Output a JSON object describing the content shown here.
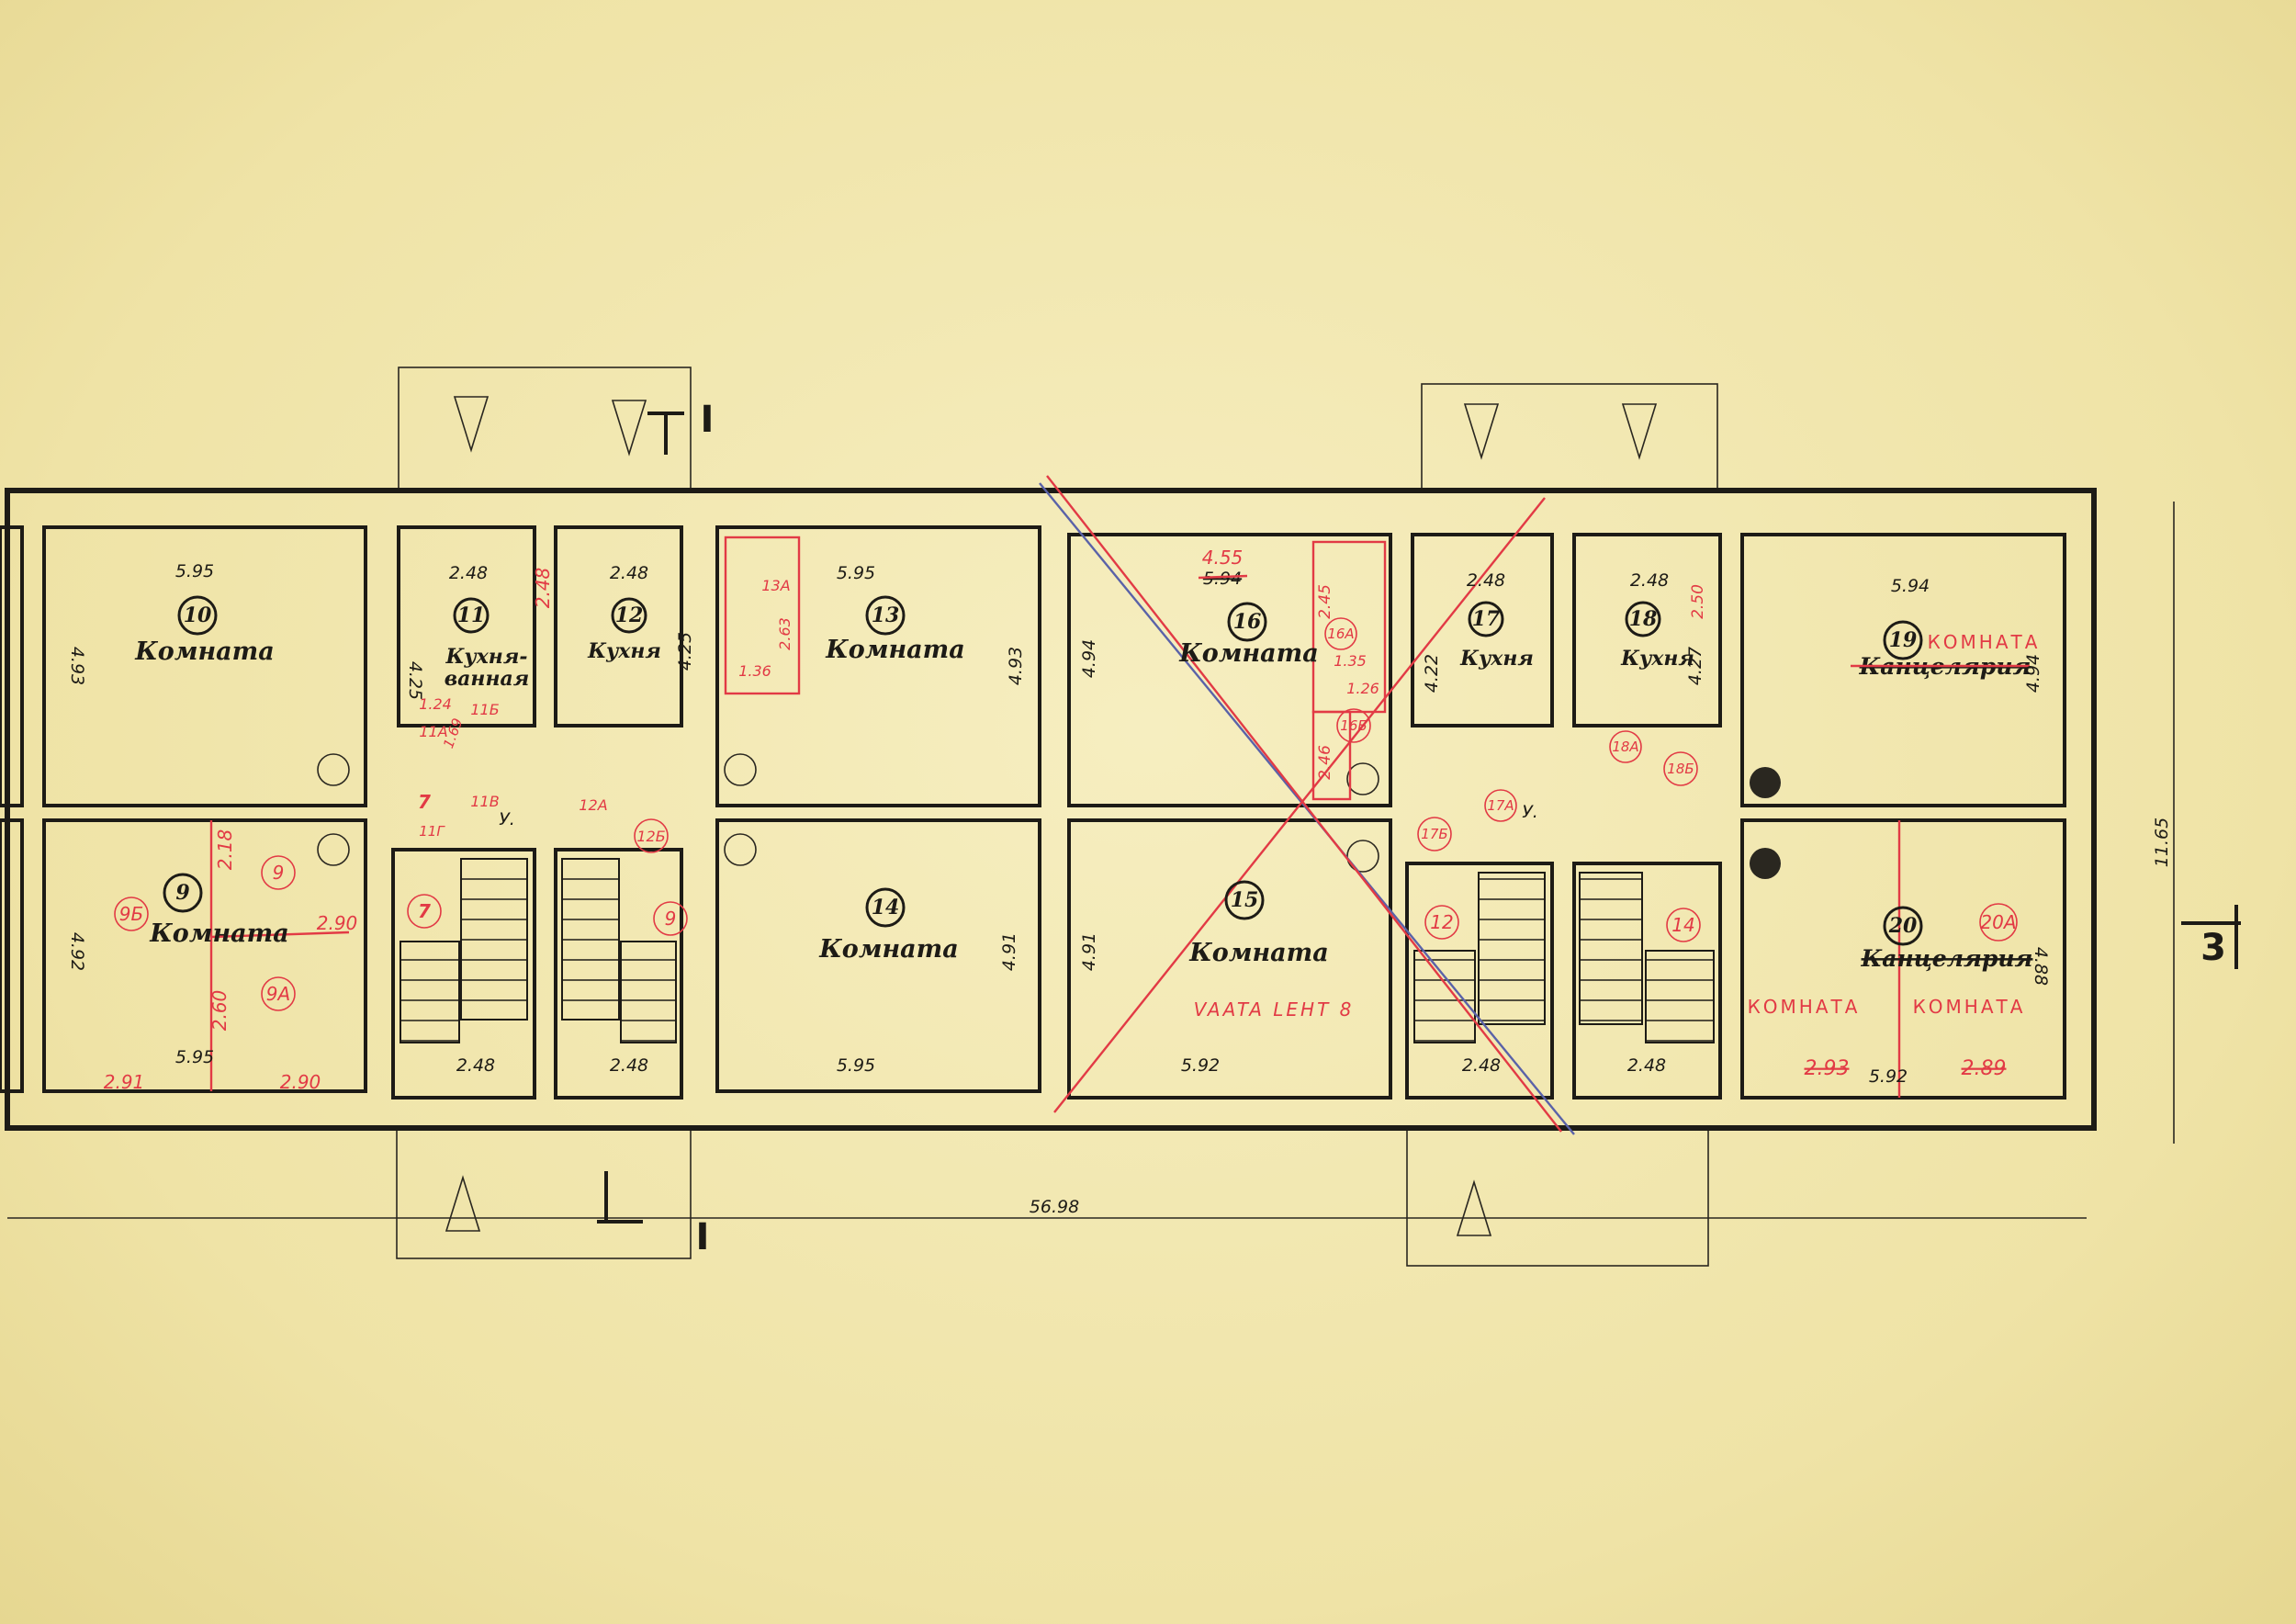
{
  "drawing": {
    "overall_length": "56.98",
    "overall_width": "11.65",
    "section_top": "I",
    "section_bottom": "I",
    "section_side": "3",
    "note": "VAATA LEHT 8",
    "colors": {
      "ink": "#1d1b16",
      "red": "#e23a45",
      "paper": "#f2e9b3",
      "blue": "#5a62a8"
    }
  },
  "rooms": {
    "r10": {
      "number": "10",
      "name": "Комната",
      "width": "5.95",
      "depth": "4.93"
    },
    "r9": {
      "number": "9",
      "name": "Комната",
      "width": "5.95",
      "depth": "4.92",
      "red": {
        "a": "2.18",
        "b": "9",
        "c": "9Б",
        "d": "2.90",
        "e": "9А",
        "f": "2.60",
        "g": "2.91",
        "h": "2.90"
      }
    },
    "r11": {
      "number": "11",
      "name1": "Кухня-",
      "name2": "ванная",
      "width": "2.48",
      "depth": "4.25",
      "red": {
        "a": "2.48",
        "b": "1.24",
        "c": "11Б",
        "d": "11А",
        "e": "1.69",
        "f": "7",
        "g": "11В",
        "h": "11Г",
        "i": "7"
      },
      "wc": "У.",
      "stair_width": "2.48"
    },
    "r12": {
      "number": "12",
      "name": "Кухня",
      "width": "2.48",
      "depth": "4.25",
      "red": {
        "a": "12А",
        "b": "12Б",
        "c": "9"
      },
      "stair_width": "2.48"
    },
    "r13": {
      "number": "13",
      "name": "Комната",
      "width": "5.95",
      "depth": "4.93",
      "red": {
        "a": "13А",
        "b": "2.63",
        "c": "1.36"
      }
    },
    "r14": {
      "number": "14",
      "name": "Комната",
      "width": "5.95",
      "depth": "4.91"
    },
    "r16": {
      "number": "16",
      "name": "Комната",
      "width": "5.94",
      "depth": "4.94",
      "red": {
        "a": "4.55",
        "b": "2.45",
        "c": "16А",
        "d": "1.35",
        "e": "1.26",
        "f": "16Б",
        "g": "2.46"
      }
    },
    "r15": {
      "number": "15",
      "name": "Комната",
      "width": "5.92",
      "depth": "4.91"
    },
    "r17": {
      "number": "17",
      "name": "Кухня",
      "width": "2.48",
      "depth": "4.22",
      "red": {
        "a": "17А",
        "b": "17Б",
        "c": "12"
      },
      "wc": "У.",
      "stair_width": "2.48"
    },
    "r18": {
      "number": "18",
      "name": "Кухня",
      "width": "2.48",
      "depth": "4.27",
      "red": {
        "a": "2.50",
        "b": "18А",
        "c": "18Б",
        "d": "14"
      },
      "stair_width": "2.48"
    },
    "r19": {
      "number": "19",
      "name": "Канцелярия",
      "new_name": "КОМНАТА",
      "width": "5.94",
      "depth": "4.94"
    },
    "r20": {
      "number": "20",
      "name": "Канцелярия",
      "new_name_left": "КОМНАТА",
      "new_name_right": "КОМНАТА",
      "width": "5.92",
      "depth": "4.88",
      "red": {
        "a": "20А",
        "b": "2.93",
        "c": "2.89"
      }
    }
  }
}
